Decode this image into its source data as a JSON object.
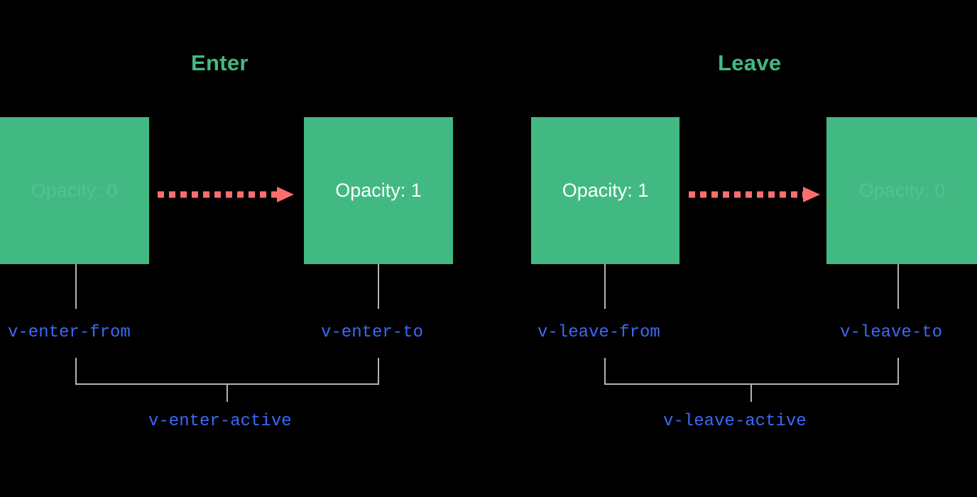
{
  "diagram": {
    "title_enter": "Enter",
    "title_leave": "Leave",
    "accent_green": "#42b983",
    "accent_red": "#fc6e6e",
    "label_blue": "#3b69f5",
    "connector_gray": "#b5b3ad",
    "background": "#000000",
    "sections": [
      {
        "id": "enter",
        "heading": "Enter",
        "from_box": {
          "text": "Opacity: 0",
          "faded": true
        },
        "to_box": {
          "text": "Opacity: 1",
          "faded": false
        },
        "from_label": "v-enter-from",
        "to_label": "v-enter-to",
        "active_label": "v-enter-active",
        "arrow": "dashed-arrow-right-icon"
      },
      {
        "id": "leave",
        "heading": "Leave",
        "from_box": {
          "text": "Opacity: 1",
          "faded": false
        },
        "to_box": {
          "text": "Opacity: 0",
          "faded": true
        },
        "from_label": "v-leave-from",
        "to_label": "v-leave-to",
        "active_label": "v-leave-active",
        "arrow": "dashed-arrow-right-icon"
      }
    ]
  }
}
